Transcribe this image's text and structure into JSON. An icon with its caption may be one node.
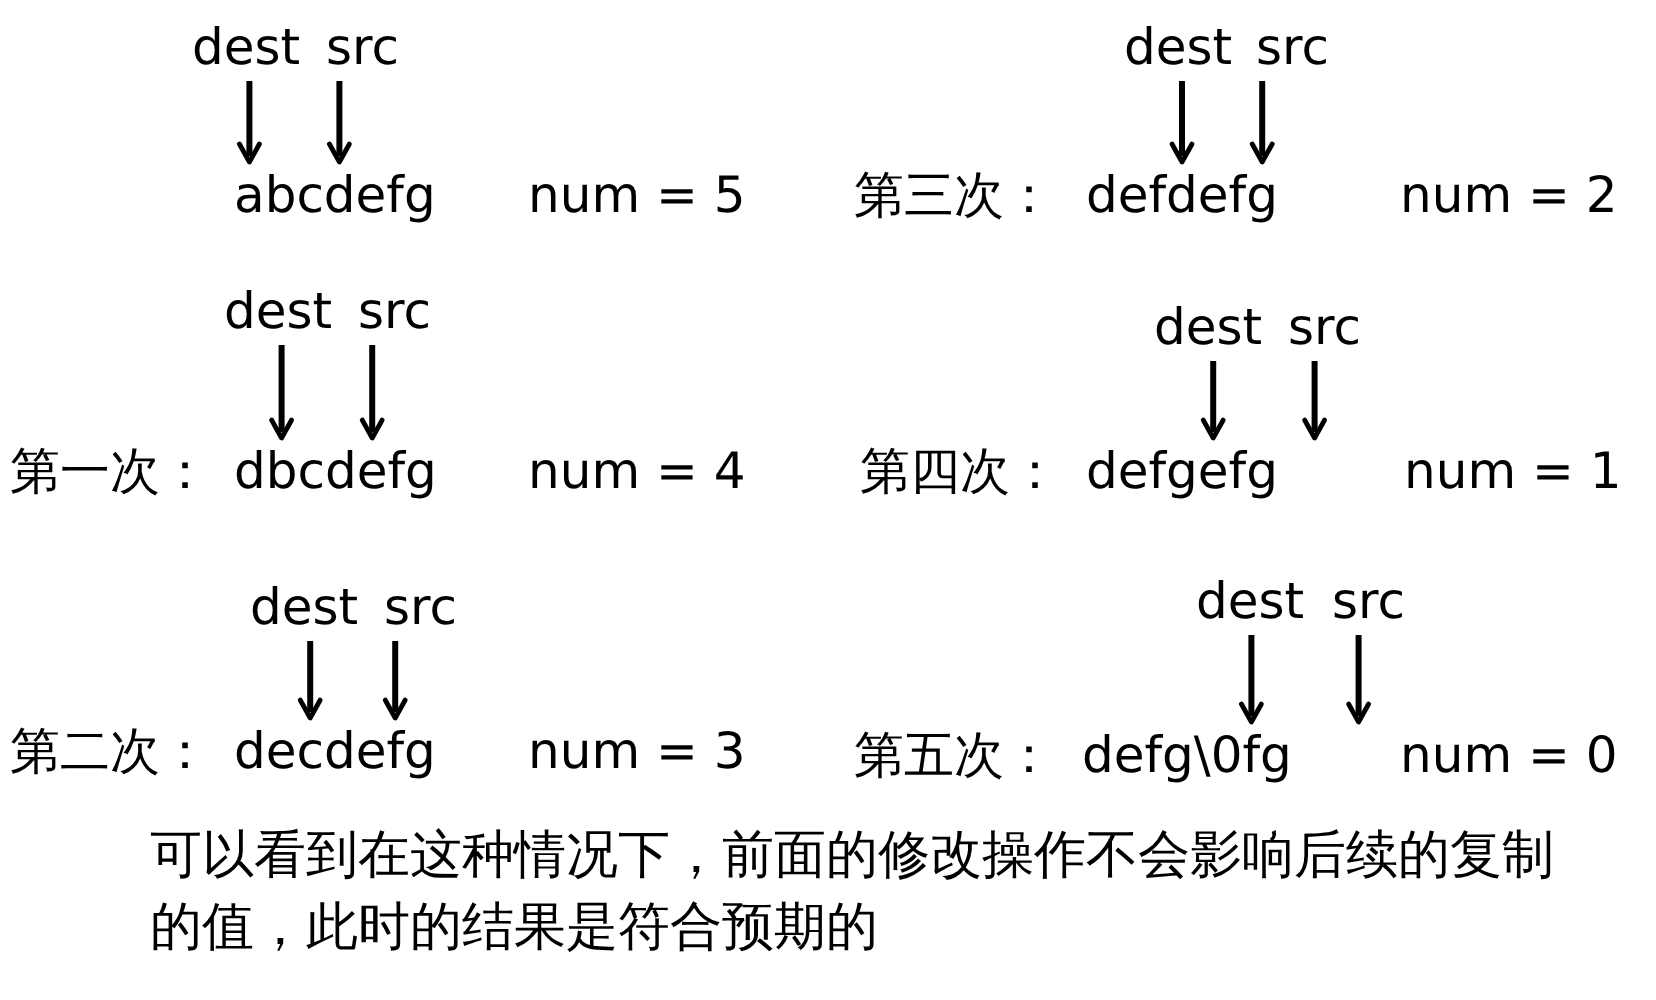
{
  "diagram": {
    "nodes": [
      {
        "text": [
          "dest"
        ]
      },
      {
        "text": [
          "src"
        ]
      },
      {
        "text": [
          "abcdefg"
        ],
        "beside": [
          "num = 5"
        ]
      },
      {
        "text": [
          "dest"
        ]
      },
      {
        "text": [
          "src"
        ]
      },
      {
        "text": [
          "dbcdefg"
        ],
        "beside": [
          "第一次：",
          "num = 4"
        ]
      },
      {
        "text": [
          "dest"
        ]
      },
      {
        "text": [
          "src"
        ]
      },
      {
        "text": [
          "decdefg"
        ],
        "beside": [
          "第二次：",
          "num = 3"
        ]
      },
      {
        "text": [
          "dest"
        ]
      },
      {
        "text": [
          "src"
        ]
      },
      {
        "text": [
          "defdefg"
        ],
        "beside": [
          "第三次：",
          "num = 2"
        ]
      },
      {
        "text": [
          "dest"
        ]
      },
      {
        "text": [
          "src"
        ]
      },
      {
        "text": [
          "defgefg"
        ],
        "beside": [
          "第四次：",
          "num = 1"
        ]
      },
      {
        "text": [
          "dest"
        ]
      },
      {
        "text": [
          "src"
        ]
      },
      {
        "text": [
          "defg\\0fg"
        ],
        "beside": [
          "第五次：",
          "num = 0"
        ]
      }
    ],
    "edges": [
      {
        "from": 0,
        "to": 2,
        "arrow": "to"
      },
      {
        "from": 1,
        "to": 2,
        "arrow": "to"
      },
      {
        "from": 3,
        "to": 5,
        "arrow": "to"
      },
      {
        "from": 4,
        "to": 5,
        "arrow": "to"
      },
      {
        "from": 6,
        "to": 8,
        "arrow": "to"
      },
      {
        "from": 7,
        "to": 8,
        "arrow": "to"
      },
      {
        "from": 9,
        "to": 11,
        "arrow": "to"
      },
      {
        "from": 10,
        "to": 11,
        "arrow": "to"
      },
      {
        "from": 12,
        "to": 14,
        "arrow": "to"
      },
      {
        "from": 13,
        "to": 14,
        "arrow": "to"
      },
      {
        "from": 15,
        "to": 17,
        "arrow": "to"
      },
      {
        "from": 16,
        "to": 17,
        "arrow": "to"
      }
    ],
    "caption": "可以看到在这种情况下，前面的修改操作不会影响后续的复制的值，此时的结果是符合预期的"
  }
}
